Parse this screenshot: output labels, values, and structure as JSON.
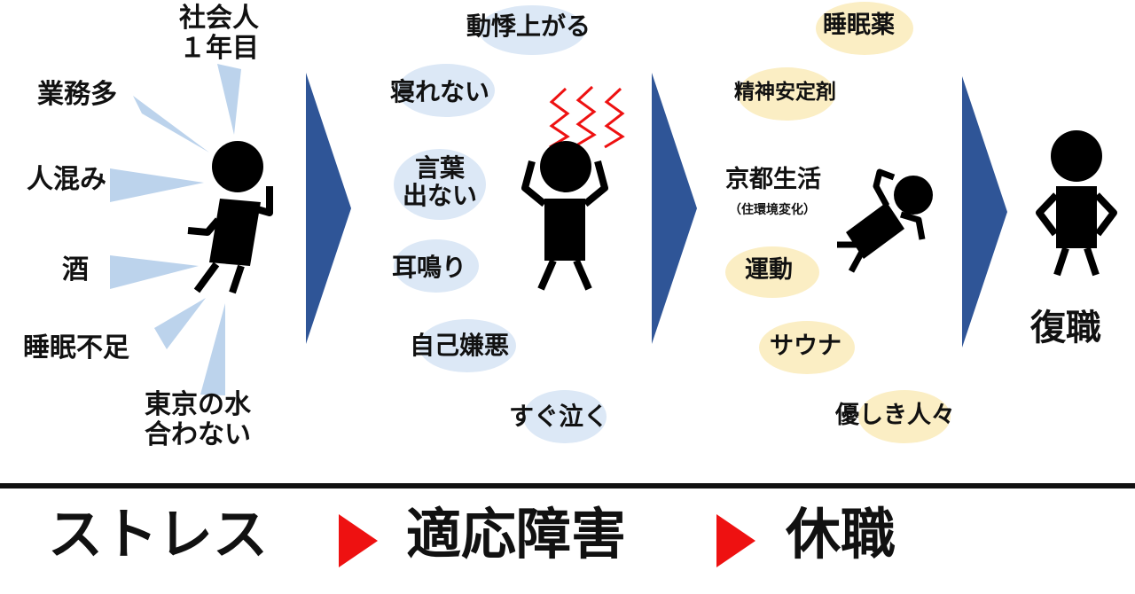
{
  "causes": {
    "shakaijin": "社会人",
    "ichinenme": "１年目",
    "gyoumu": "業務多",
    "hitogomi": "人混み",
    "sake": "酒",
    "suimin_busoku": "睡眠不足",
    "mizu_line1": "東京の水",
    "mizu_line2": "合わない"
  },
  "symptoms": {
    "douki": "動悸上がる",
    "nerenai": "寝れない",
    "kotoba_line1": "言葉",
    "kotoba_line2": "出ない",
    "miminari": "耳鳴り",
    "jiko_ken_o": "自己嫌悪",
    "sugu_naku": "すぐ泣く"
  },
  "remedies": {
    "suiminyaku": "睡眠薬",
    "seishin": "精神安定剤",
    "kyoto": "京都生活",
    "kyoto_note": "（住環境変化）",
    "undou": "運動",
    "sauna": "サウナ",
    "yasashiki": "優しき人々"
  },
  "outcome": {
    "fukushoku": "復職"
  },
  "flow": {
    "stress": "ストレス",
    "tekiou": "適応障害",
    "kyushoku": "休職"
  },
  "colors": {
    "cause_ray": "#bcd3ec",
    "symptom_bubble": "#dce8f6",
    "remedy_bubble": "#fbeec4",
    "big_arrow": "#2f5597",
    "flow_arrow": "#ee1111",
    "stress_zigzag": "#ee1111",
    "figure": "#000000"
  },
  "icons": [
    "stressed-figure-icon",
    "panicked-figure-icon",
    "resting-figure-icon",
    "standing-figure-icon"
  ]
}
